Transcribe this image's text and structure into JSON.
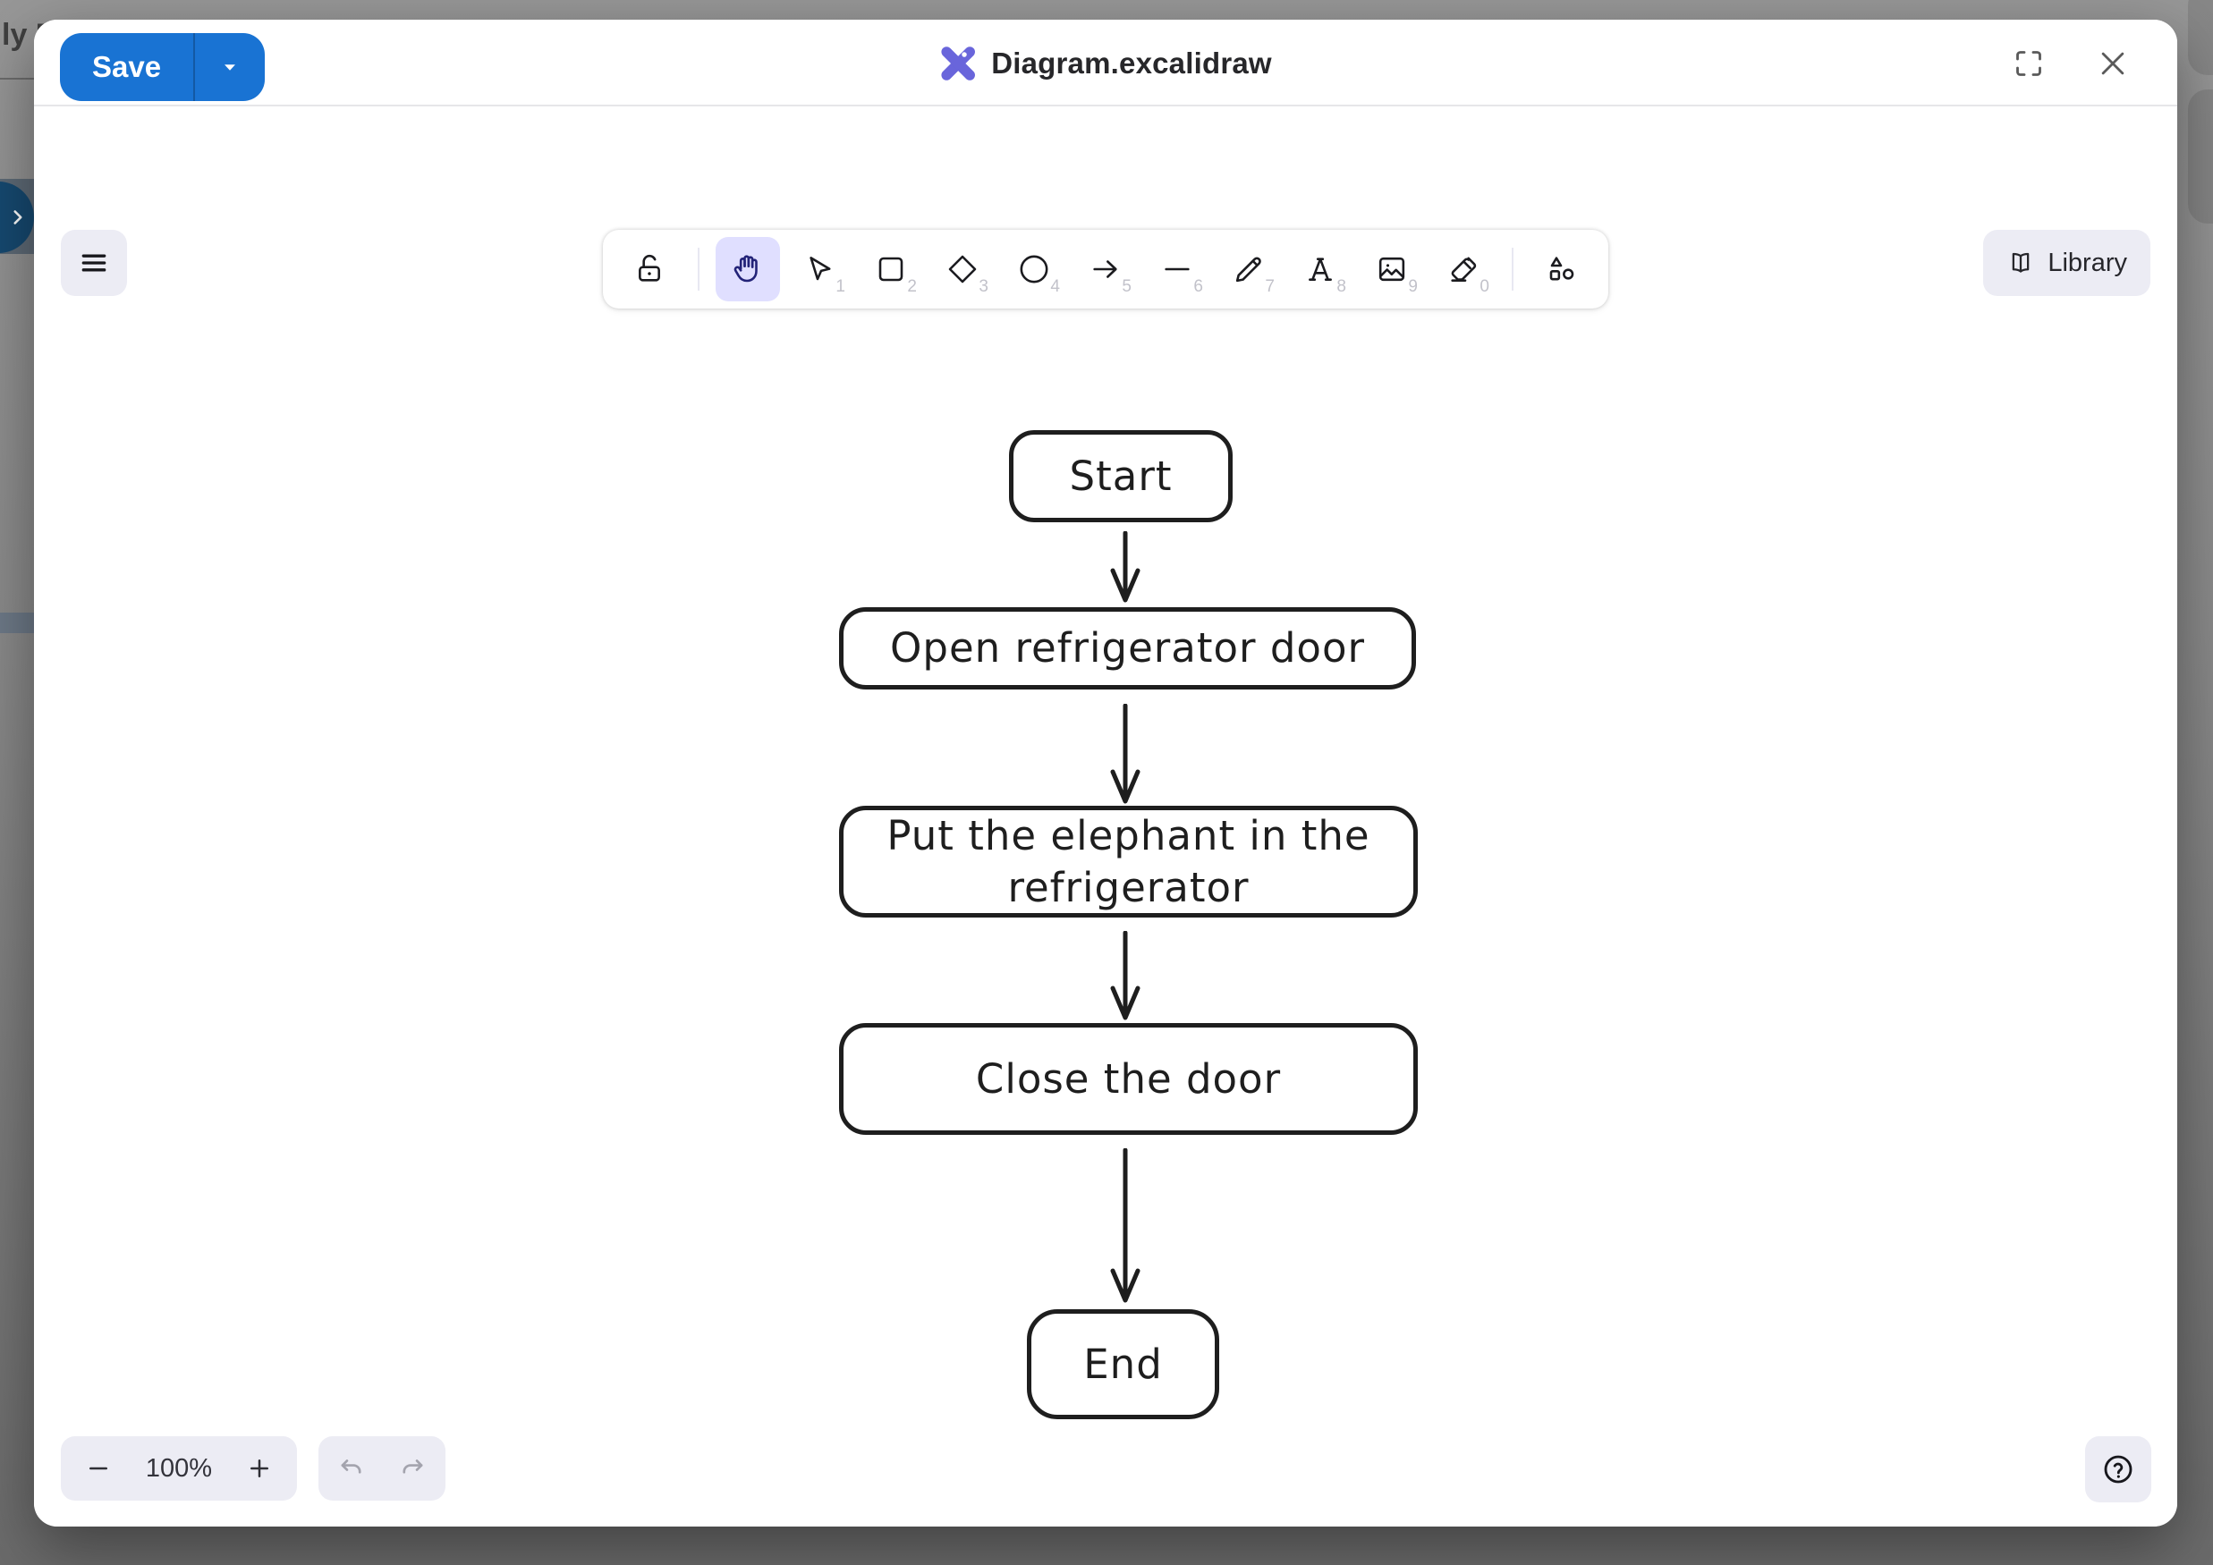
{
  "window": {
    "title": "Diagram.excalidraw",
    "save_label": "Save"
  },
  "backdrop": {
    "clipped_text": "ly F"
  },
  "toolbar": {
    "library_label": "Library",
    "tools": [
      {
        "name": "lock",
        "shortcut": "",
        "selected": false
      },
      {
        "name": "hand",
        "shortcut": "",
        "selected": true
      },
      {
        "name": "selection",
        "shortcut": "1",
        "selected": false
      },
      {
        "name": "rectangle",
        "shortcut": "2",
        "selected": false
      },
      {
        "name": "diamond",
        "shortcut": "3",
        "selected": false
      },
      {
        "name": "ellipse",
        "shortcut": "4",
        "selected": false
      },
      {
        "name": "arrow",
        "shortcut": "5",
        "selected": false
      },
      {
        "name": "line",
        "shortcut": "6",
        "selected": false
      },
      {
        "name": "draw",
        "shortcut": "7",
        "selected": false
      },
      {
        "name": "text",
        "shortcut": "8",
        "selected": false
      },
      {
        "name": "image",
        "shortcut": "9",
        "selected": false
      },
      {
        "name": "eraser",
        "shortcut": "0",
        "selected": false
      },
      {
        "name": "shapes",
        "shortcut": "",
        "selected": false
      }
    ]
  },
  "diagram": {
    "nodes": [
      {
        "id": "start",
        "label": "Start"
      },
      {
        "id": "open",
        "label": "Open refrigerator door"
      },
      {
        "id": "put",
        "label": "Put the elephant in the refrigerator"
      },
      {
        "id": "close",
        "label": "Close the door"
      },
      {
        "id": "end",
        "label": "End"
      }
    ],
    "edges": [
      {
        "from": "start",
        "to": "open"
      },
      {
        "from": "open",
        "to": "put"
      },
      {
        "from": "put",
        "to": "close"
      },
      {
        "from": "close",
        "to": "end"
      }
    ]
  },
  "footer": {
    "zoom_level": "100%"
  },
  "icons": {
    "logo": "excalidraw-logo",
    "menu": "hamburger",
    "library": "open-book",
    "fullscreen": "corner-brackets",
    "close": "x",
    "save_caret": "triangle-down",
    "zoom_out": "minus",
    "zoom_in": "plus",
    "undo": "curved-arrow-left",
    "redo": "curved-arrow-right",
    "help": "question-mark-circle"
  },
  "colors": {
    "accent_blue": "#1973d3",
    "excalidraw_purple": "#6965db",
    "selected_tool_bg": "#e0dfff",
    "island_button_bg": "#ececf4",
    "canvas_stroke": "#1e1e1e"
  }
}
